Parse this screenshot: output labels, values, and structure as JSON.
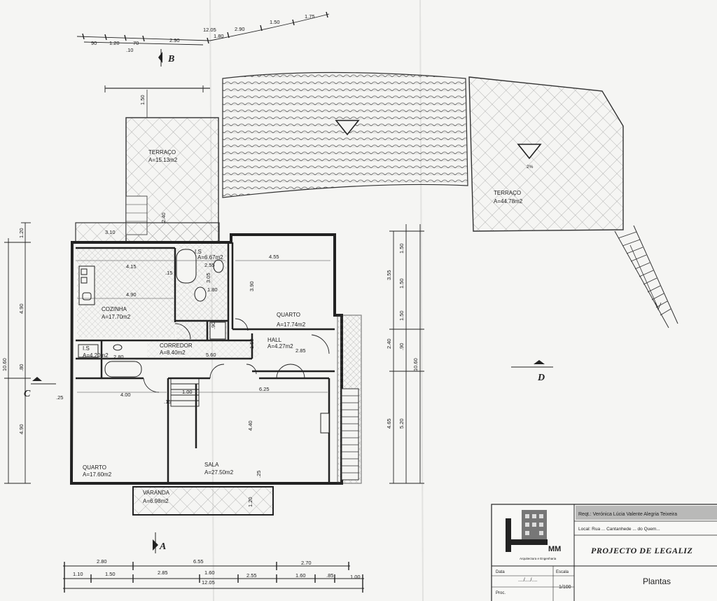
{
  "rooms": {
    "terraco_small": {
      "name": "TERRAÇO",
      "area": "A=15.13m2"
    },
    "terraco_large": {
      "name": "TERRAÇO",
      "area": "A=44.78m2"
    },
    "cozinha": {
      "name": "COZINHA",
      "area": "A=17.70m2"
    },
    "quarto_1": {
      "name": "QUARTO",
      "area": "A=17.74m2"
    },
    "is": {
      "name": "I.S",
      "area": "A=6.67m2"
    },
    "corredor": {
      "name": "CORREDOR",
      "area": "A=8.40m2"
    },
    "hall": {
      "name": "HALL",
      "area": "A=4.27m2"
    },
    "wc": {
      "name": "I.S",
      "area": "A=4.20m2"
    },
    "quarto_2": {
      "name": "QUARTO",
      "area": "A=17.60m2"
    },
    "sala": {
      "name": "SALA",
      "area": "A=27.50m2"
    },
    "varanda": {
      "name": "VARANDA",
      "area": "A=6.98m2"
    }
  },
  "slope": "2%",
  "sections": {
    "a": "A",
    "b": "B",
    "c": "C",
    "d": "D"
  },
  "dims": {
    "top": [
      "90",
      "1.20",
      "70",
      "2.90",
      "12.05",
      "1.80",
      "2.90",
      "1.50",
      "1.75",
      ".10"
    ],
    "left": [
      "1.20",
      "4.90",
      "10.60",
      ".80",
      "4.90",
      ".25"
    ],
    "right": [
      "3.55",
      "1.50",
      "1.50",
      "1.50",
      "2.40",
      ".90",
      "10.60",
      "4.65",
      "5.20"
    ],
    "bottom_row1": [
      "2.80",
      "6.55",
      "2.70"
    ],
    "bottom_row2": [
      "1.10",
      "1.50",
      "2.85",
      "1.60",
      "2.55",
      "1.60",
      ".85",
      "1.00"
    ],
    "bottom_total": "12.05",
    "interior": [
      "1.50",
      "2.40",
      "3.10",
      "4.15",
      ".15",
      "4.90",
      "3.90",
      "4.55",
      "2.55",
      "3.05",
      "1.80",
      ".90",
      "1.50",
      "2.85",
      "5.60",
      "2.80",
      "4.00",
      "1.00",
      "6.25",
      "4.40",
      ".15",
      "1.20",
      ".25"
    ]
  },
  "title_block": {
    "requerente": "Reqt.: Verónica Lúcia Valente Alegria Teixeira",
    "local": "Local: Rua ... Cantanhede ... do Quem...",
    "logo": "MM",
    "logo_sub": "Arquitectura e Engenharia",
    "title": "PROJECTO DE LEGALIZ",
    "data_label": "Data",
    "data_value": "..../..../....",
    "escala_label": "Escala",
    "escala_value": "1/100",
    "proc_label": "Proc.",
    "sheet": "Plantas"
  }
}
